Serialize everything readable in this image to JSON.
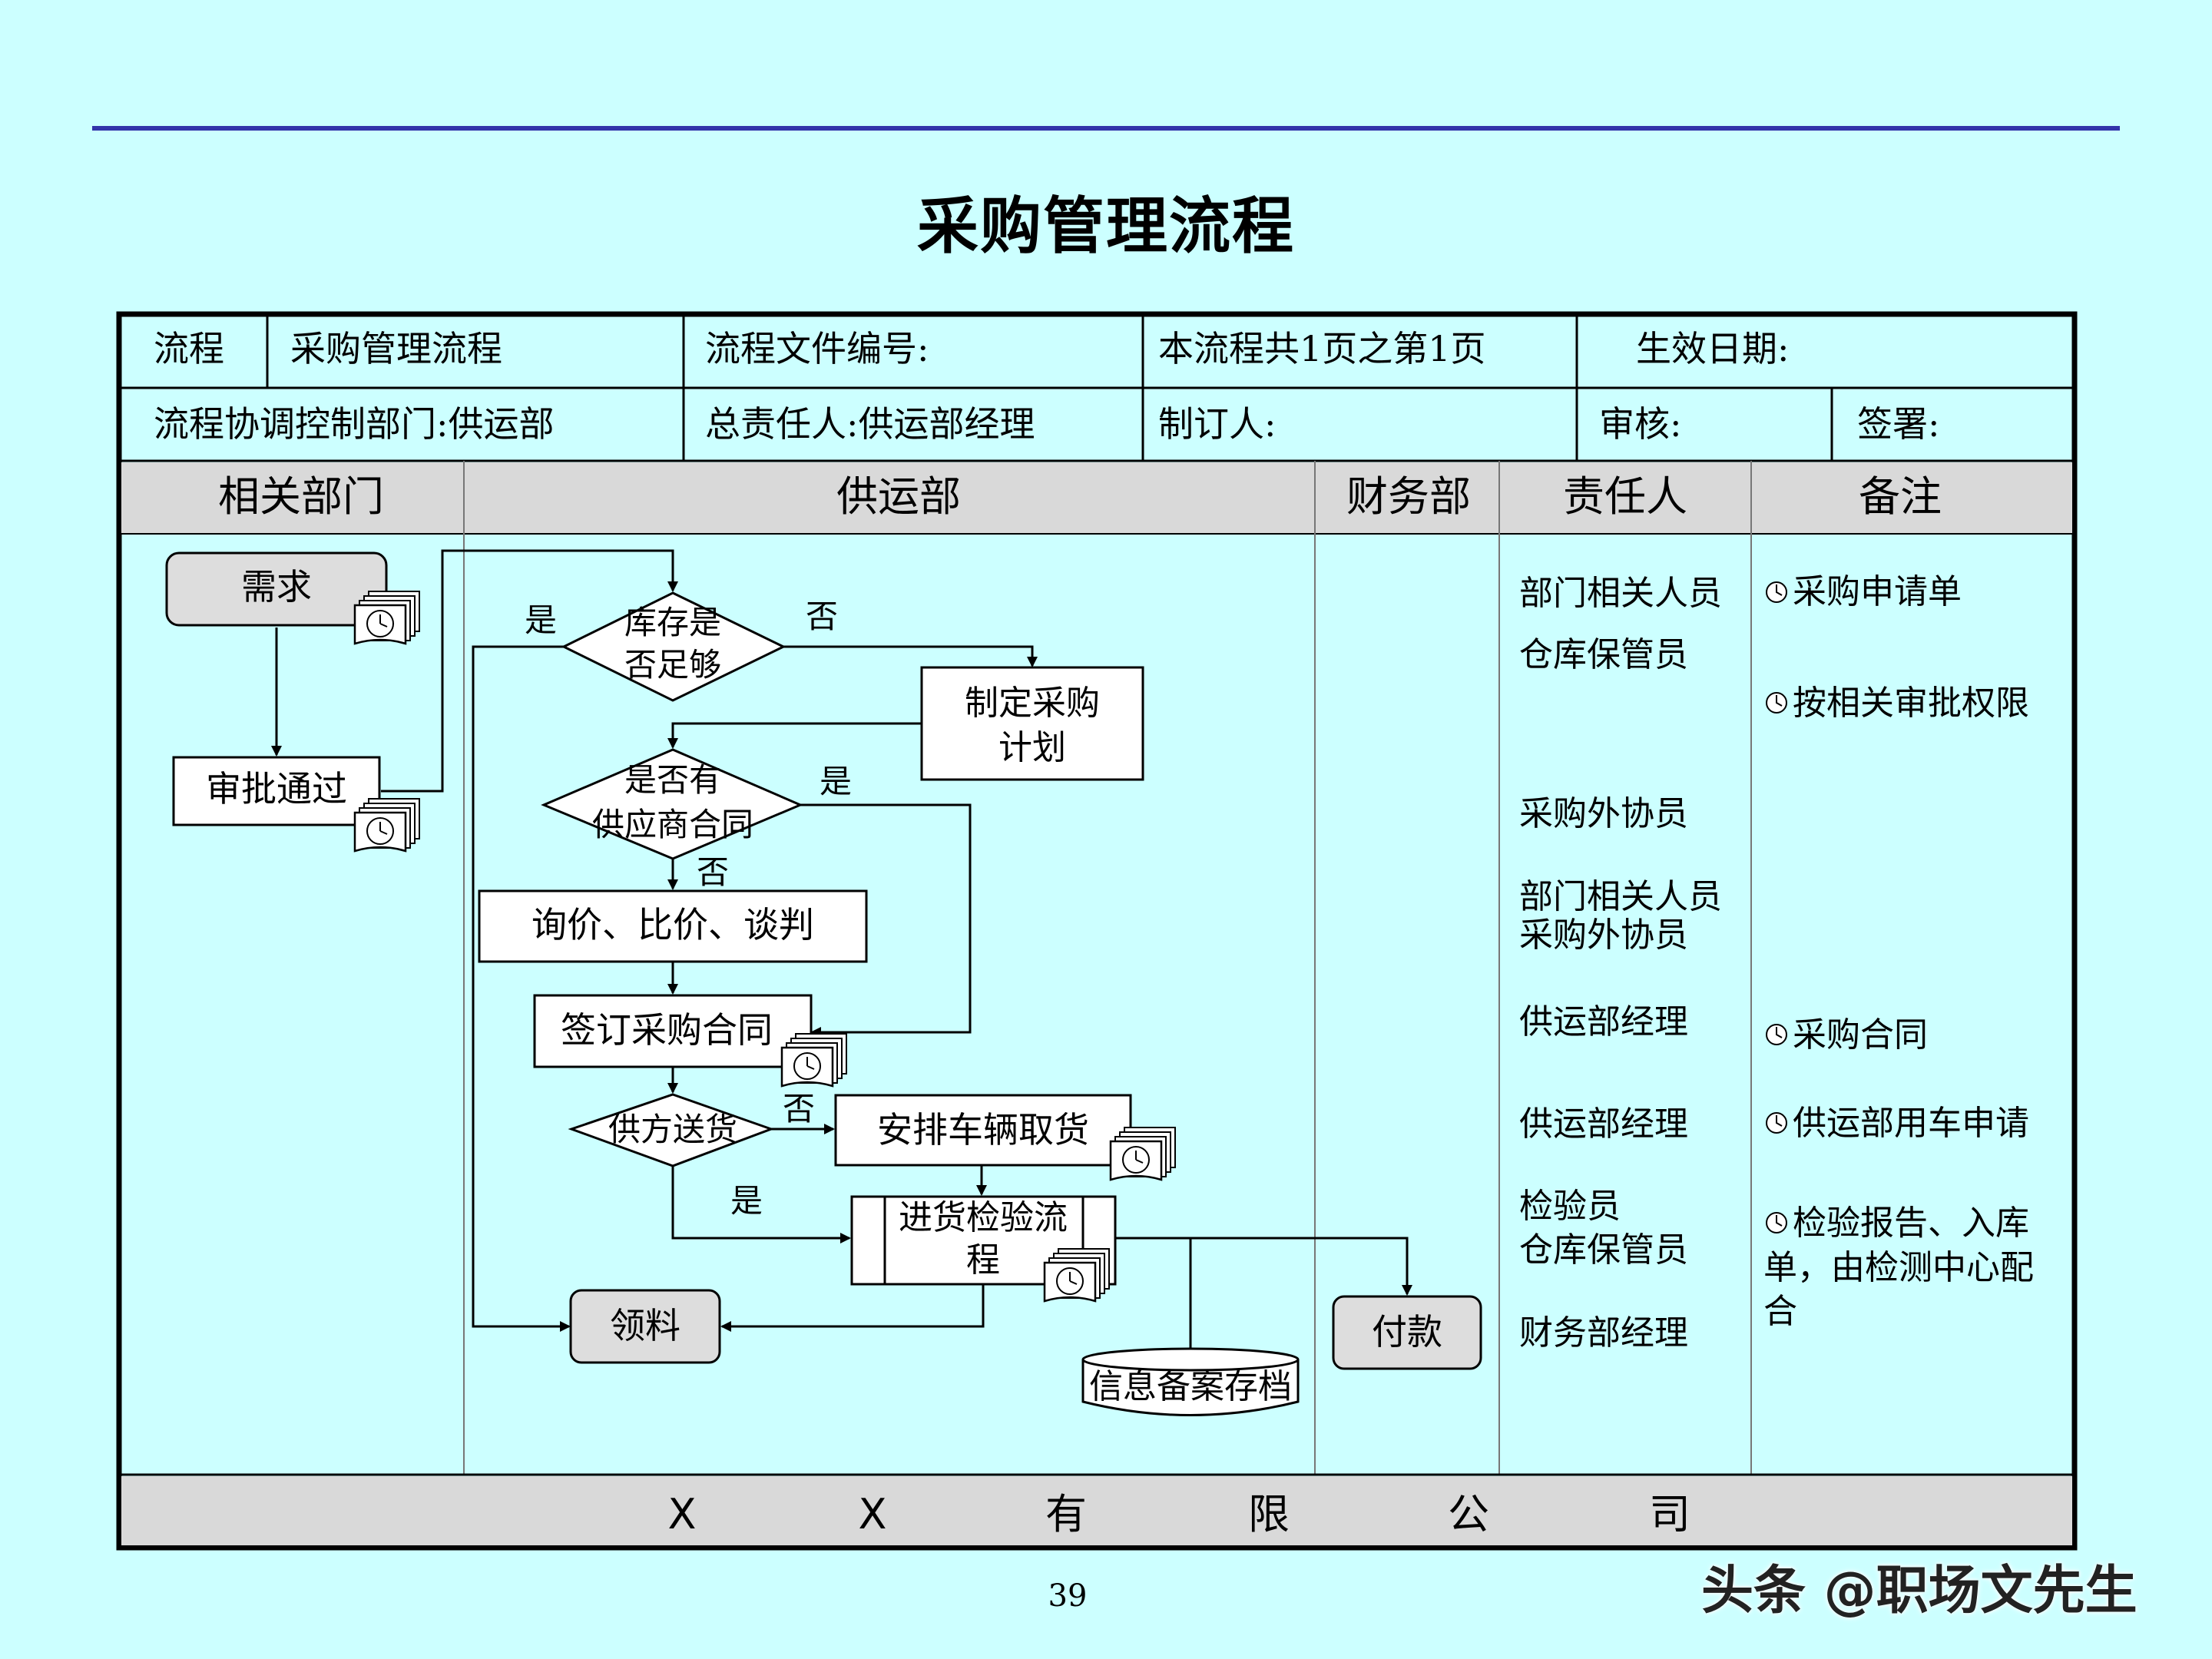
{
  "page_title": "采购管理流程",
  "header": {
    "row1": {
      "label_process": "流程",
      "process_name": "采购管理流程",
      "file_number": "流程文件编号:",
      "pages": "本流程共1页之第1页",
      "effective_date": "生效日期:"
    },
    "row2": {
      "coord_dept": "流程协调控制部门:供运部",
      "owner": "总责任人:供运部经理",
      "author": "制订人:",
      "review": "审核:",
      "sign": "签署:"
    }
  },
  "columns": {
    "related_dept": "相关部门",
    "supply_dept": "供运部",
    "finance_dept": "财务部",
    "responsible": "责任人",
    "remarks": "备注"
  },
  "nodes": {
    "demand": "需求",
    "approved": "审批通过",
    "stock_q": [
      "库存是",
      "否足够"
    ],
    "make_plan": [
      "制定采购",
      "计划"
    ],
    "contract_q": [
      "是否有",
      "供应商合同"
    ],
    "inquiry": "询价、比价、谈判",
    "sign_contract": "签订采购合同",
    "supplier_deliver": "供方送货",
    "arrange_vehicle": "安排车辆取货",
    "inspection": [
      "进货检验流",
      "程"
    ],
    "collect": "领料",
    "payment": "付款",
    "archive": "信息备案存档"
  },
  "edge_labels": {
    "stock_yes": "是",
    "stock_no": "否",
    "contract_yes": "是",
    "contract_no": "否",
    "deliver_no": "否",
    "deliver_yes": "是"
  },
  "responsible": [
    "部门相关人员",
    "仓库保管员",
    "采购外协员",
    "部门相关人员",
    "采购外协员",
    "供运部经理",
    "供运部经理",
    "检验员",
    "仓库保管员",
    "财务部经理"
  ],
  "remarks": [
    "采购申请单",
    "按相关审批权限",
    "采购合同",
    "供运部用车申请",
    "检验报告、入库",
    "单，由检测中心配",
    "合"
  ],
  "footer_company": [
    "X",
    "X",
    "有",
    "限",
    "公",
    "司"
  ],
  "page_number": "39",
  "watermark": "头条 @职场文先生",
  "colors": {
    "background": "#ccffff",
    "rule_line": "#3333aa",
    "header_band": "#d9d9d9",
    "node_gray": "#dddddd"
  }
}
